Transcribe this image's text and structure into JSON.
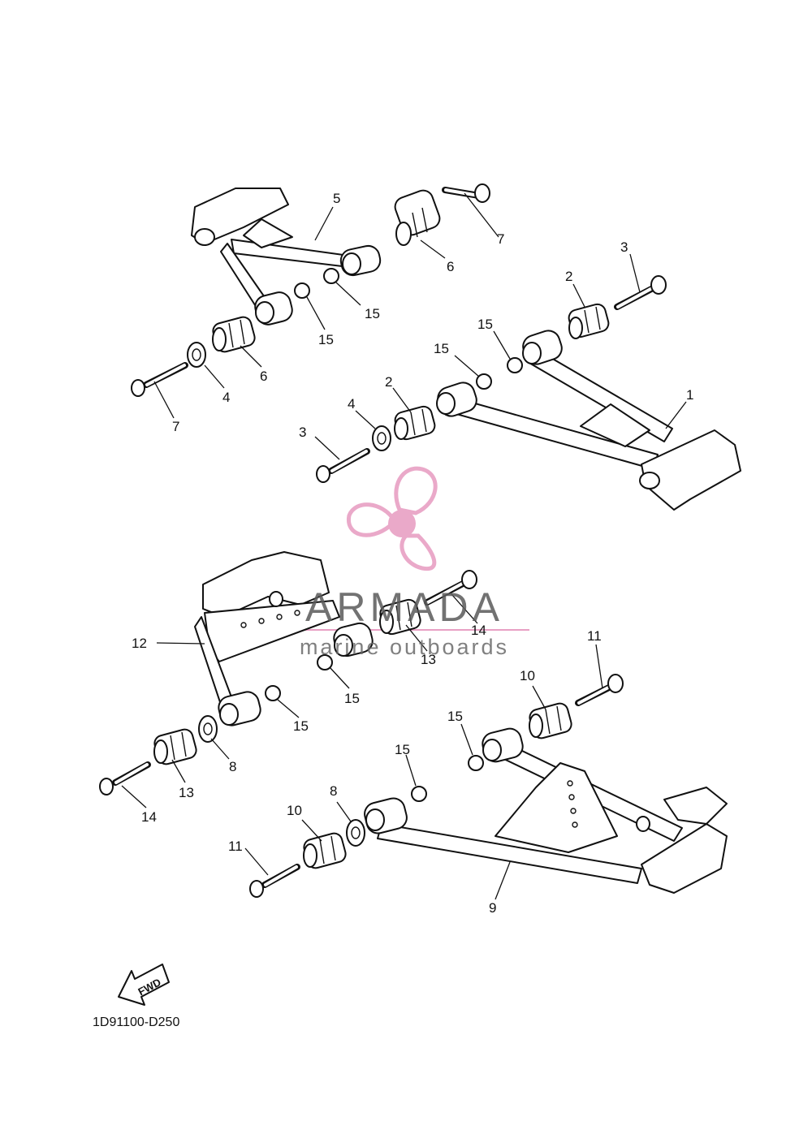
{
  "callouts": [
    "1",
    "2",
    "2",
    "3",
    "3",
    "4",
    "4",
    "5",
    "6",
    "6",
    "7",
    "7",
    "8",
    "8",
    "9",
    "10",
    "10",
    "11",
    "11",
    "12",
    "13",
    "13",
    "14",
    "14",
    "15",
    "15",
    "15",
    "15",
    "15",
    "15",
    "15",
    "15"
  ],
  "diagram_code": "1D91100-D250",
  "direction_label": "FWD",
  "watermark": {
    "title": "ARMADA",
    "subtitle": "marine outboards",
    "text_color": "#5a5a5a",
    "accent_color": "#e8a0c4"
  }
}
